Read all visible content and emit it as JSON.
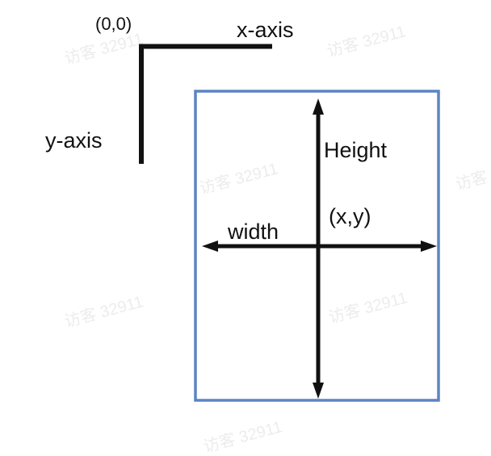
{
  "diagram": {
    "origin_label": "(0,0)",
    "x_axis_label": "x-axis",
    "y_axis_label": "y-axis",
    "height_label": "Height",
    "width_label": "width",
    "point_label": "(x,y)"
  },
  "watermark": {
    "text": "访客 32911"
  },
  "colors": {
    "box_border": "#5b84c4",
    "lines": "#111111"
  }
}
